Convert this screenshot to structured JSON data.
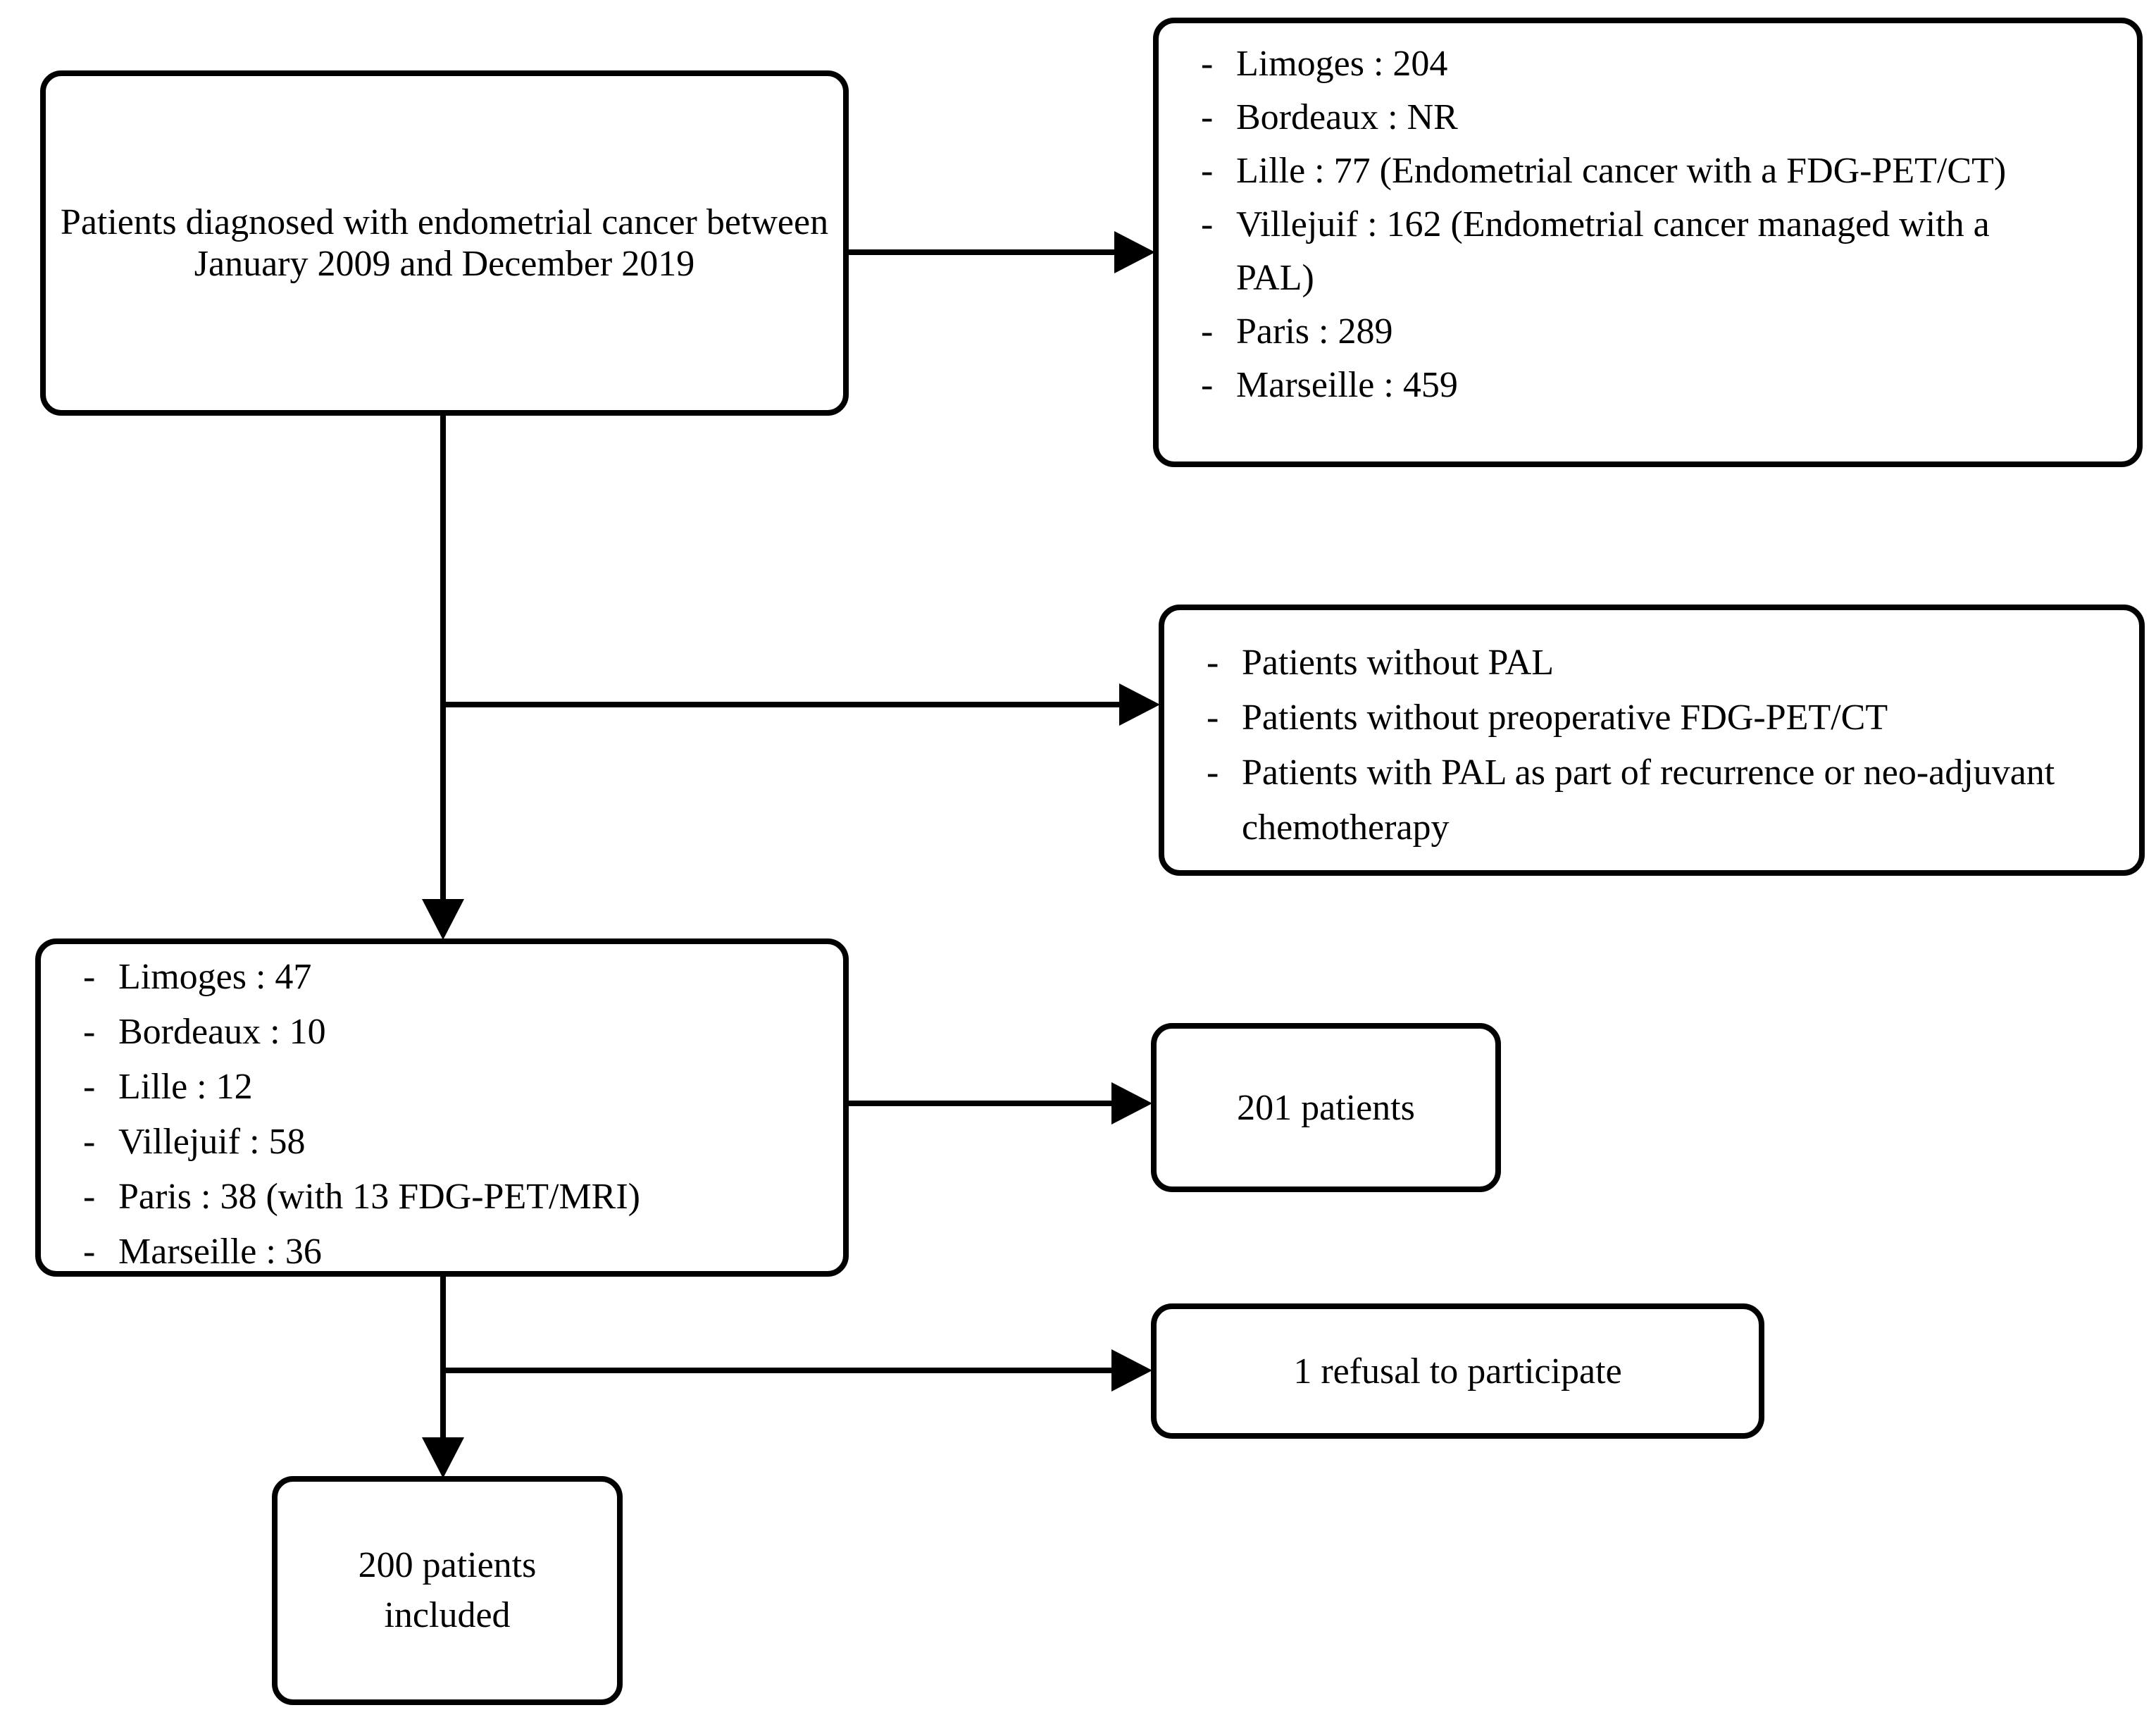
{
  "bullet": "-",
  "colors": {
    "line": "#000000",
    "box_border": "#000000",
    "box_fill": "#ffffff",
    "text": "#000000"
  },
  "boxes": {
    "source_population": {
      "text": "Patients diagnosed with endometrial cancer between January 2009 and December 2019"
    },
    "site_counts": {
      "items": [
        "Limoges : 204",
        "Bordeaux : NR",
        "Lille : 77 (Endometrial cancer with a FDG-PET/CT)",
        "Villejuif : 162 (Endometrial cancer managed with a PAL)",
        "Paris : 289",
        "Marseille : 459"
      ]
    },
    "exclusion_criteria": {
      "items": [
        "Patients without PAL",
        "Patients without preoperative FDG-PET/CT",
        "Patients with PAL as part of recurrence or neo-adjuvant chemotherapy"
      ]
    },
    "eligible_site_counts": {
      "items": [
        "Limoges : 47",
        "Bordeaux : 10",
        "Lille : 12",
        "Villejuif : 58",
        "Paris : 38 (with 13 FDG-PET/MRI)",
        "Marseille : 36"
      ]
    },
    "eligible_total": {
      "text": "201 patients"
    },
    "refusal": {
      "text": "1 refusal to participate"
    },
    "included": {
      "text": "200 patients included"
    }
  }
}
